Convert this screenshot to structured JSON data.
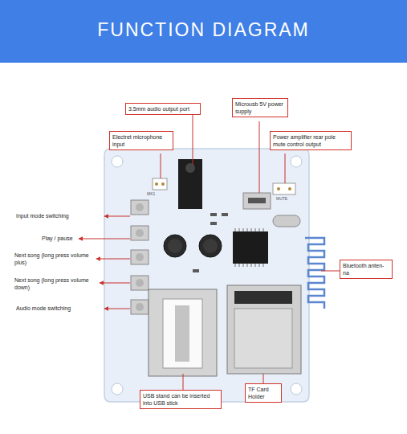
{
  "diagram": {
    "title": "FUNCTION DIAGRAM",
    "nodes": [
      {
        "text": [
          "3.5mm audio output port"
        ]
      },
      {
        "text": [
          "Microusb 5V power supply"
        ]
      },
      {
        "text": [
          "Electret microphone input"
        ]
      },
      {
        "text": [
          "Power amplifier rear pole mute control output"
        ]
      },
      {
        "text": [
          "Bluetooth anten- na"
        ]
      },
      {
        "text": [
          "USB stand can be inserted into USB stick"
        ]
      },
      {
        "text": [
          "TF Card Holder"
        ]
      }
    ],
    "labels": [
      "Input mode switching",
      "Play / pause",
      "Next song (long press volume plus)",
      "Next song (long press volume down)",
      "Audio mode switching",
      "MK1",
      "MUTE"
    ]
  }
}
